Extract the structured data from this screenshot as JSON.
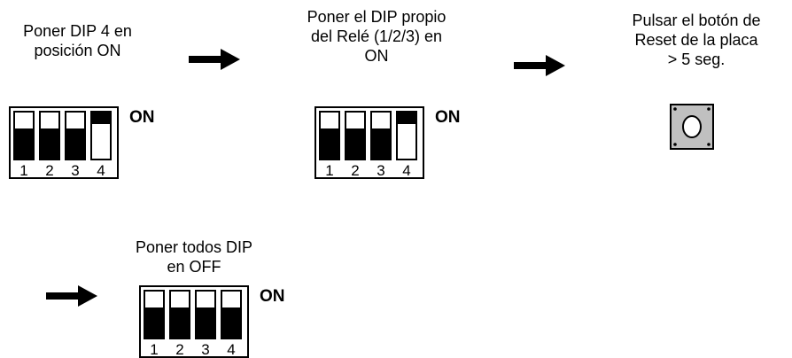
{
  "steps": [
    {
      "caption": [
        "Poner DIP 4 en",
        "posición ON"
      ]
    },
    {
      "caption": [
        "Poner el DIP propio",
        "del Relé (1/2/3) en",
        "ON"
      ]
    },
    {
      "caption": [
        "Pulsar el botón de",
        "Reset de la placa",
        "> 5 seg."
      ]
    },
    {
      "caption": [
        "Poner todos DIP",
        "en OFF"
      ]
    }
  ],
  "dip_switches": [
    {
      "positions": [
        "off",
        "off",
        "off",
        "on"
      ],
      "numbers": [
        "1",
        "2",
        "3",
        "4"
      ],
      "on_label": "ON"
    },
    {
      "positions": [
        "off",
        "off",
        "off",
        "on"
      ],
      "numbers": [
        "1",
        "2",
        "3",
        "4"
      ],
      "on_label": "ON"
    },
    {
      "positions": [
        "off",
        "off",
        "off",
        "off"
      ],
      "numbers": [
        "1",
        "2",
        "3",
        "4"
      ],
      "on_label": "ON"
    }
  ],
  "colors": {
    "ink": "#000000",
    "button_face": "#c0c0c0"
  }
}
